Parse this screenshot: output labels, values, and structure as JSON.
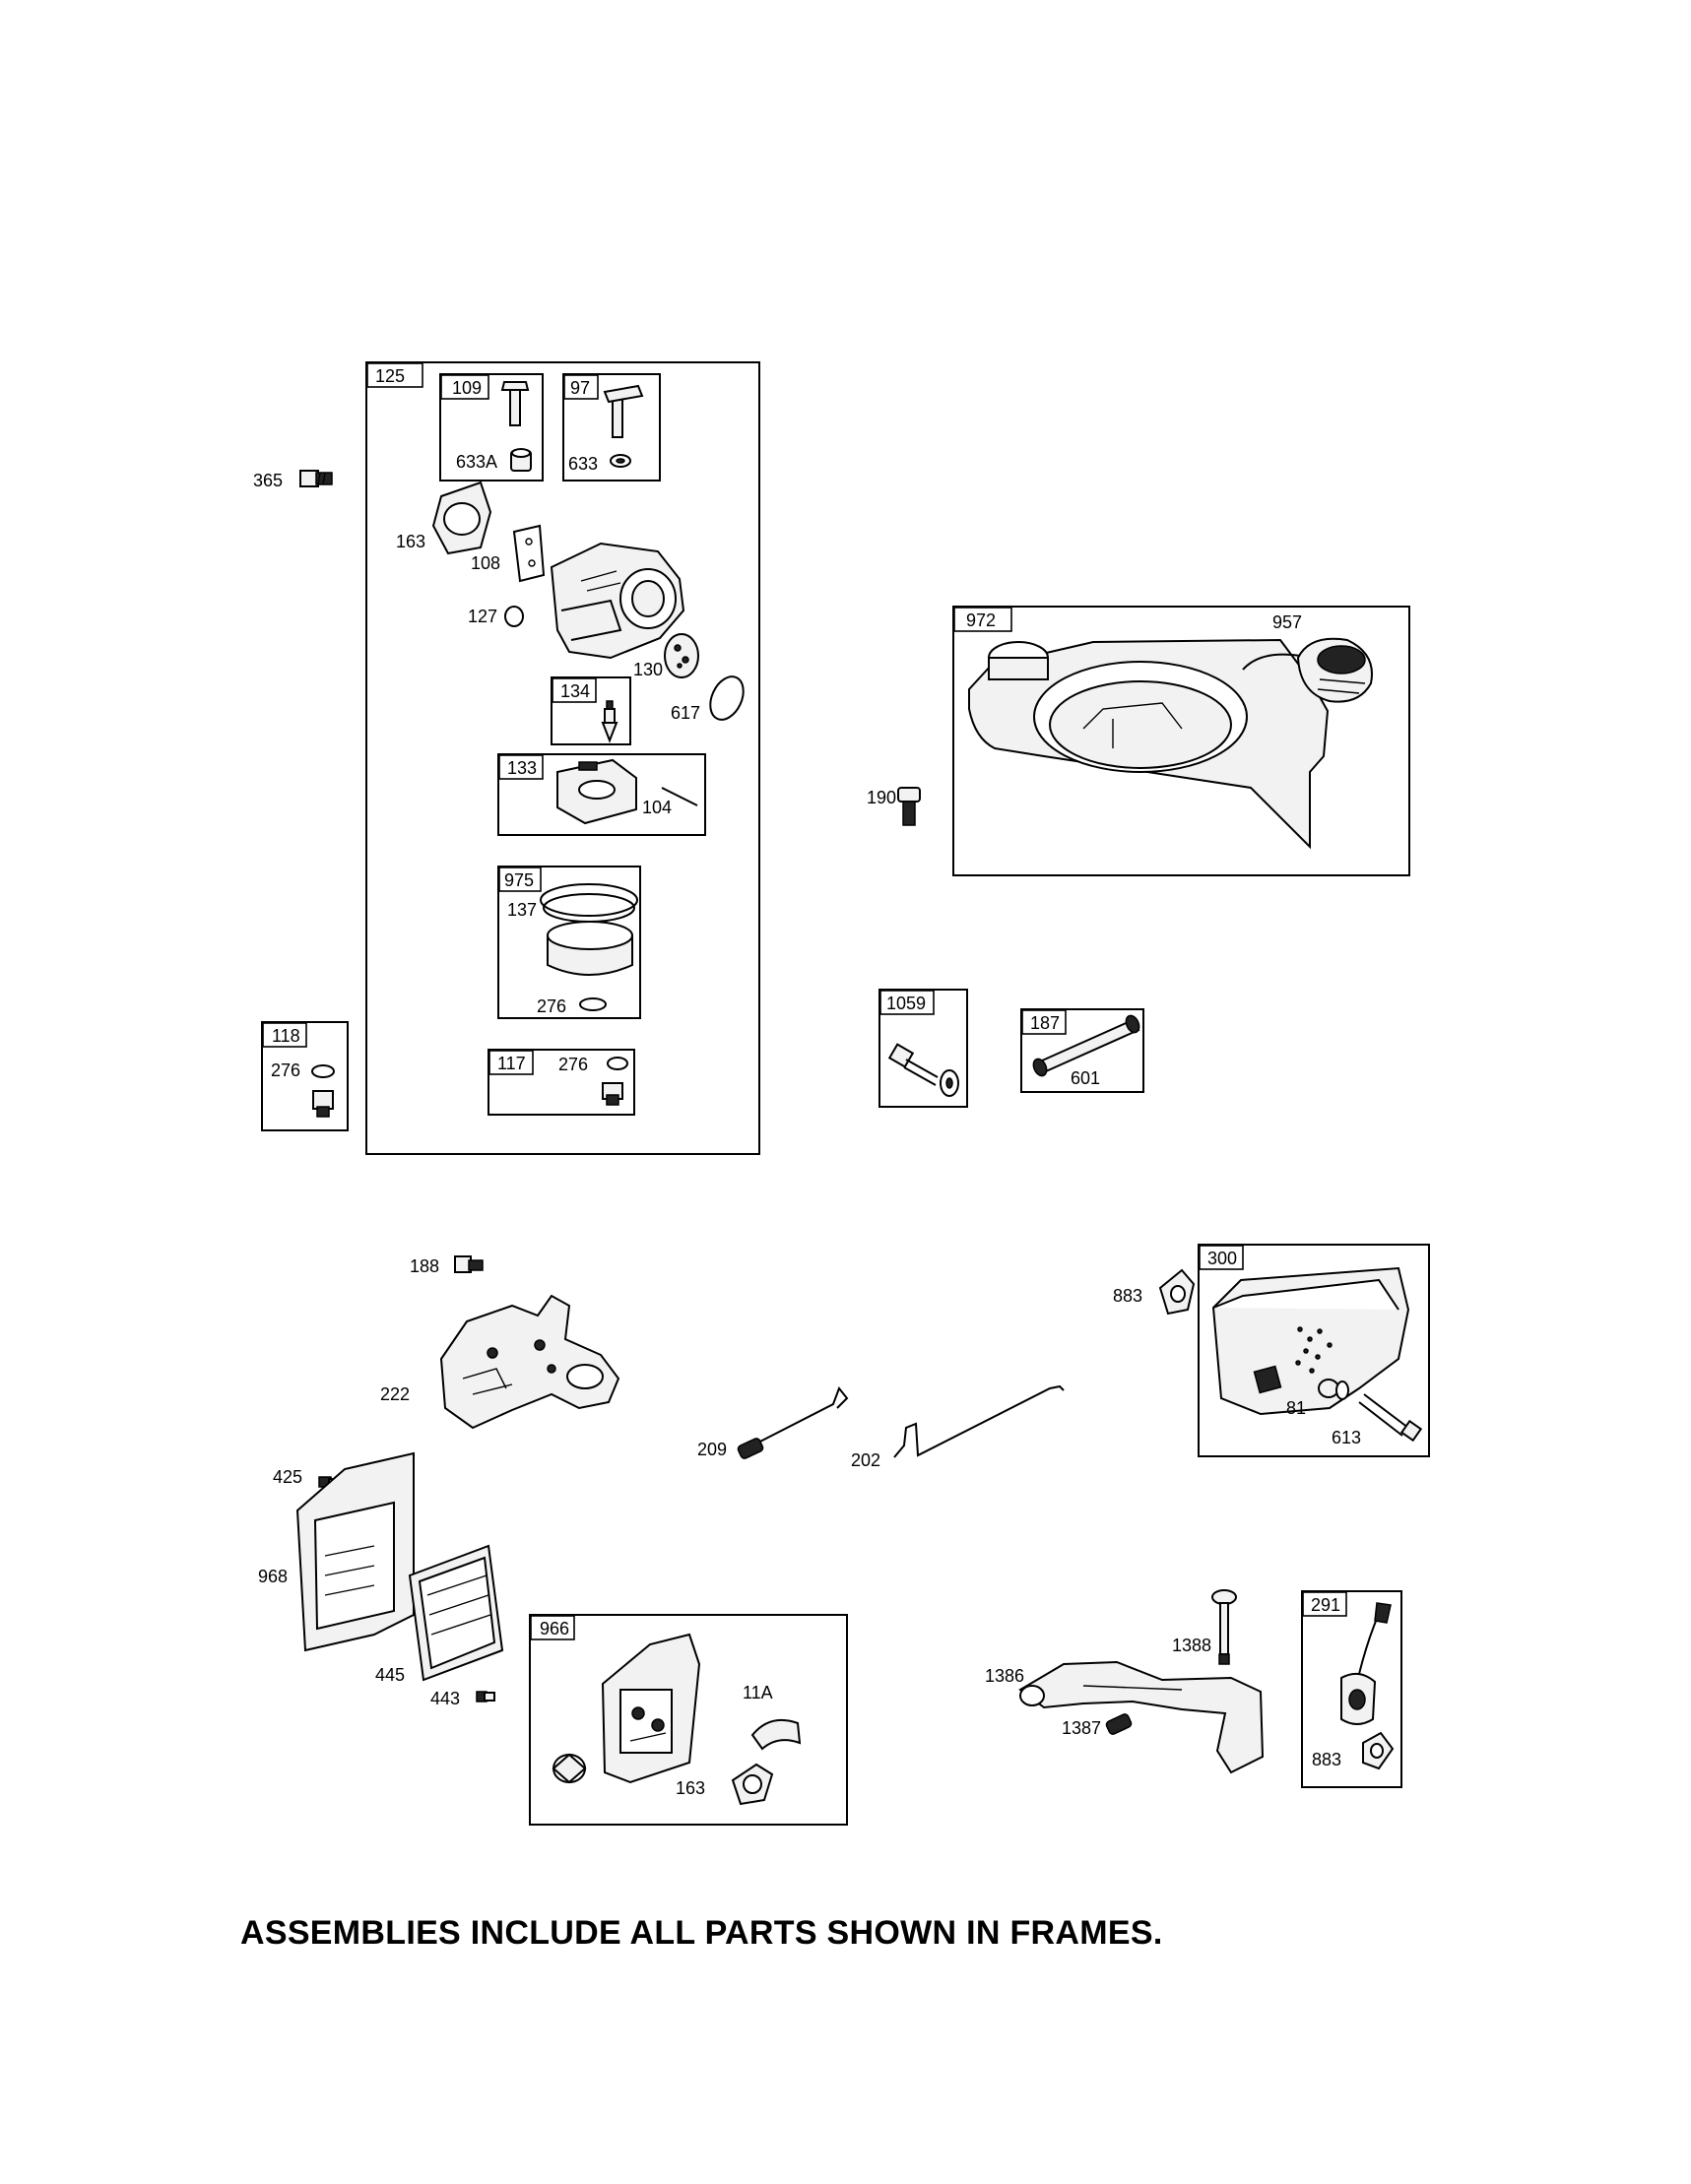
{
  "labels": {
    "l365": "365",
    "l125": "125",
    "l109": "109",
    "l633A": "633A",
    "l97": "97",
    "l633": "633",
    "l163a": "163",
    "l108": "108",
    "l127": "127",
    "l130": "130",
    "l617": "617",
    "l134": "134",
    "l133": "133",
    "l104": "104",
    "l975": "975",
    "l137": "137",
    "l276a": "276",
    "l118": "118",
    "l276b": "276",
    "l117": "117",
    "l276c": "276",
    "l972": "972",
    "l957": "957",
    "l190": "190",
    "l1059": "1059",
    "l187": "187",
    "l601": "601",
    "l188": "188",
    "l222": "222",
    "l209": "209",
    "l202": "202",
    "l300": "300",
    "l883a": "883",
    "l81": "81",
    "l613": "613",
    "l425": "425",
    "l968": "968",
    "l445": "445",
    "l443": "443",
    "l966": "966",
    "l11A": "11A",
    "l163b": "163",
    "l1386": "1386",
    "l1388": "1388",
    "l1387": "1387",
    "l291": "291",
    "l883b": "883"
  },
  "footer": "ASSEMBLIES INCLUDE ALL PARTS SHOWN IN FRAMES."
}
